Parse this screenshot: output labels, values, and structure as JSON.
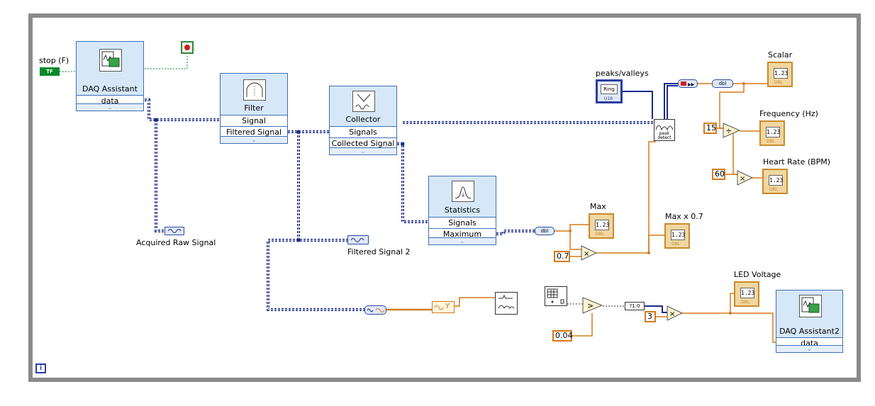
{
  "controls": {
    "stop_label": "stop (F)",
    "stop_terminal": "TF",
    "peaks_valleys_label": "peaks/valleys",
    "peaks_valleys_ring": "Ring",
    "peaks_valleys_type": "U16"
  },
  "express_vis": {
    "daq_assistant": {
      "title": "DAQ Assistant",
      "rows": [
        "data"
      ]
    },
    "filter": {
      "title": "Filter",
      "rows": [
        "Signal",
        "Filtered Signal"
      ]
    },
    "collector": {
      "title": "Collector",
      "rows": [
        "Signals",
        "Collected Signal"
      ]
    },
    "statistics": {
      "title": "Statistics",
      "rows": [
        "Signals",
        "Maximum"
      ]
    },
    "daq_assistant2": {
      "title": "DAQ Assistant2",
      "rows": [
        "data"
      ]
    }
  },
  "indicators": {
    "scalar": "Scalar",
    "frequency": "Frequency (Hz)",
    "heart_rate": "Heart Rate (BPM)",
    "max": "Max",
    "max_x07": "Max x 0.7",
    "led_voltage": "LED Voltage",
    "acquired_raw_signal": "Acquired Raw Signal",
    "filtered_signal_2": "Filtered Signal 2",
    "display_value": "1.23",
    "display_type": "DBL"
  },
  "constants": {
    "c15": "15",
    "c60": "60",
    "c07": "0.7",
    "c004": "0.04",
    "c3": "3"
  },
  "functions": {
    "peak_detect": "peak detect",
    "divide": "÷",
    "multiply": "×",
    "greater": ">",
    "bool_to_num": "?1:0",
    "to_dbl": "dbl",
    "y_label": "Y"
  },
  "colors": {
    "waveform_wire": "#1a2a8a",
    "numeric_wire": "#d57a1a",
    "boolean_wire": "#0a8a2a",
    "express_fill": "#d6e8f8",
    "frame": "#8a8a8a"
  },
  "misc": {
    "info_icon": "i"
  }
}
